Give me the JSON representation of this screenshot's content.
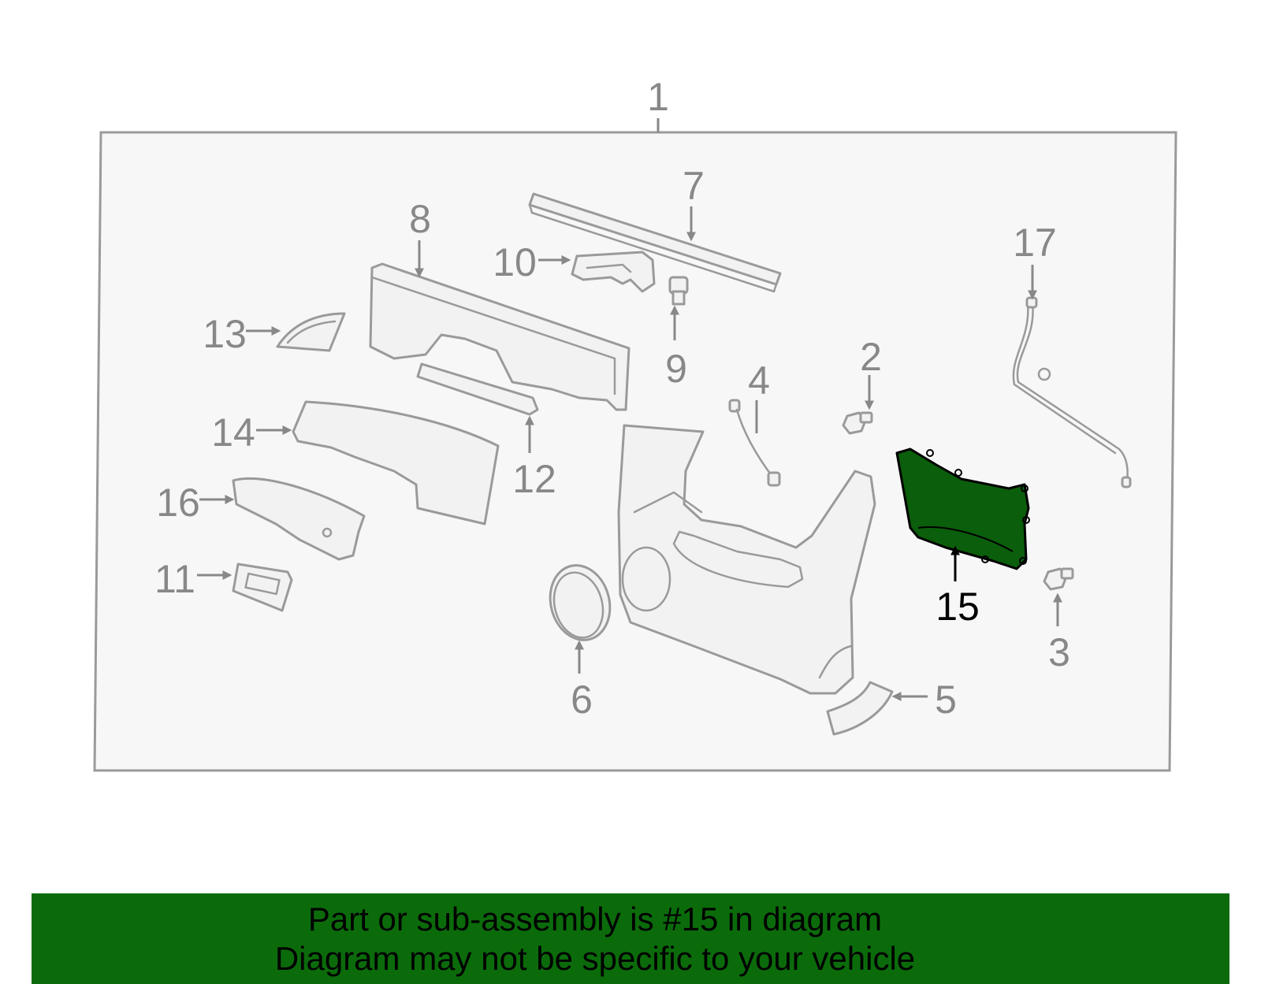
{
  "diagram": {
    "callouts": [
      "1",
      "2",
      "3",
      "4",
      "5",
      "6",
      "7",
      "8",
      "9",
      "10",
      "11",
      "12",
      "13",
      "14",
      "15",
      "16",
      "17"
    ],
    "highlighted_callout": "15",
    "highlight_color": "#0b5e0b",
    "frame_background": "#f7f7f7",
    "line_color": "#9a9a9a"
  },
  "banner": {
    "line1": "Part or sub-assembly is #15 in diagram",
    "line2": "Diagram may not be specific to your vehicle",
    "background": "#0b6b0b"
  }
}
